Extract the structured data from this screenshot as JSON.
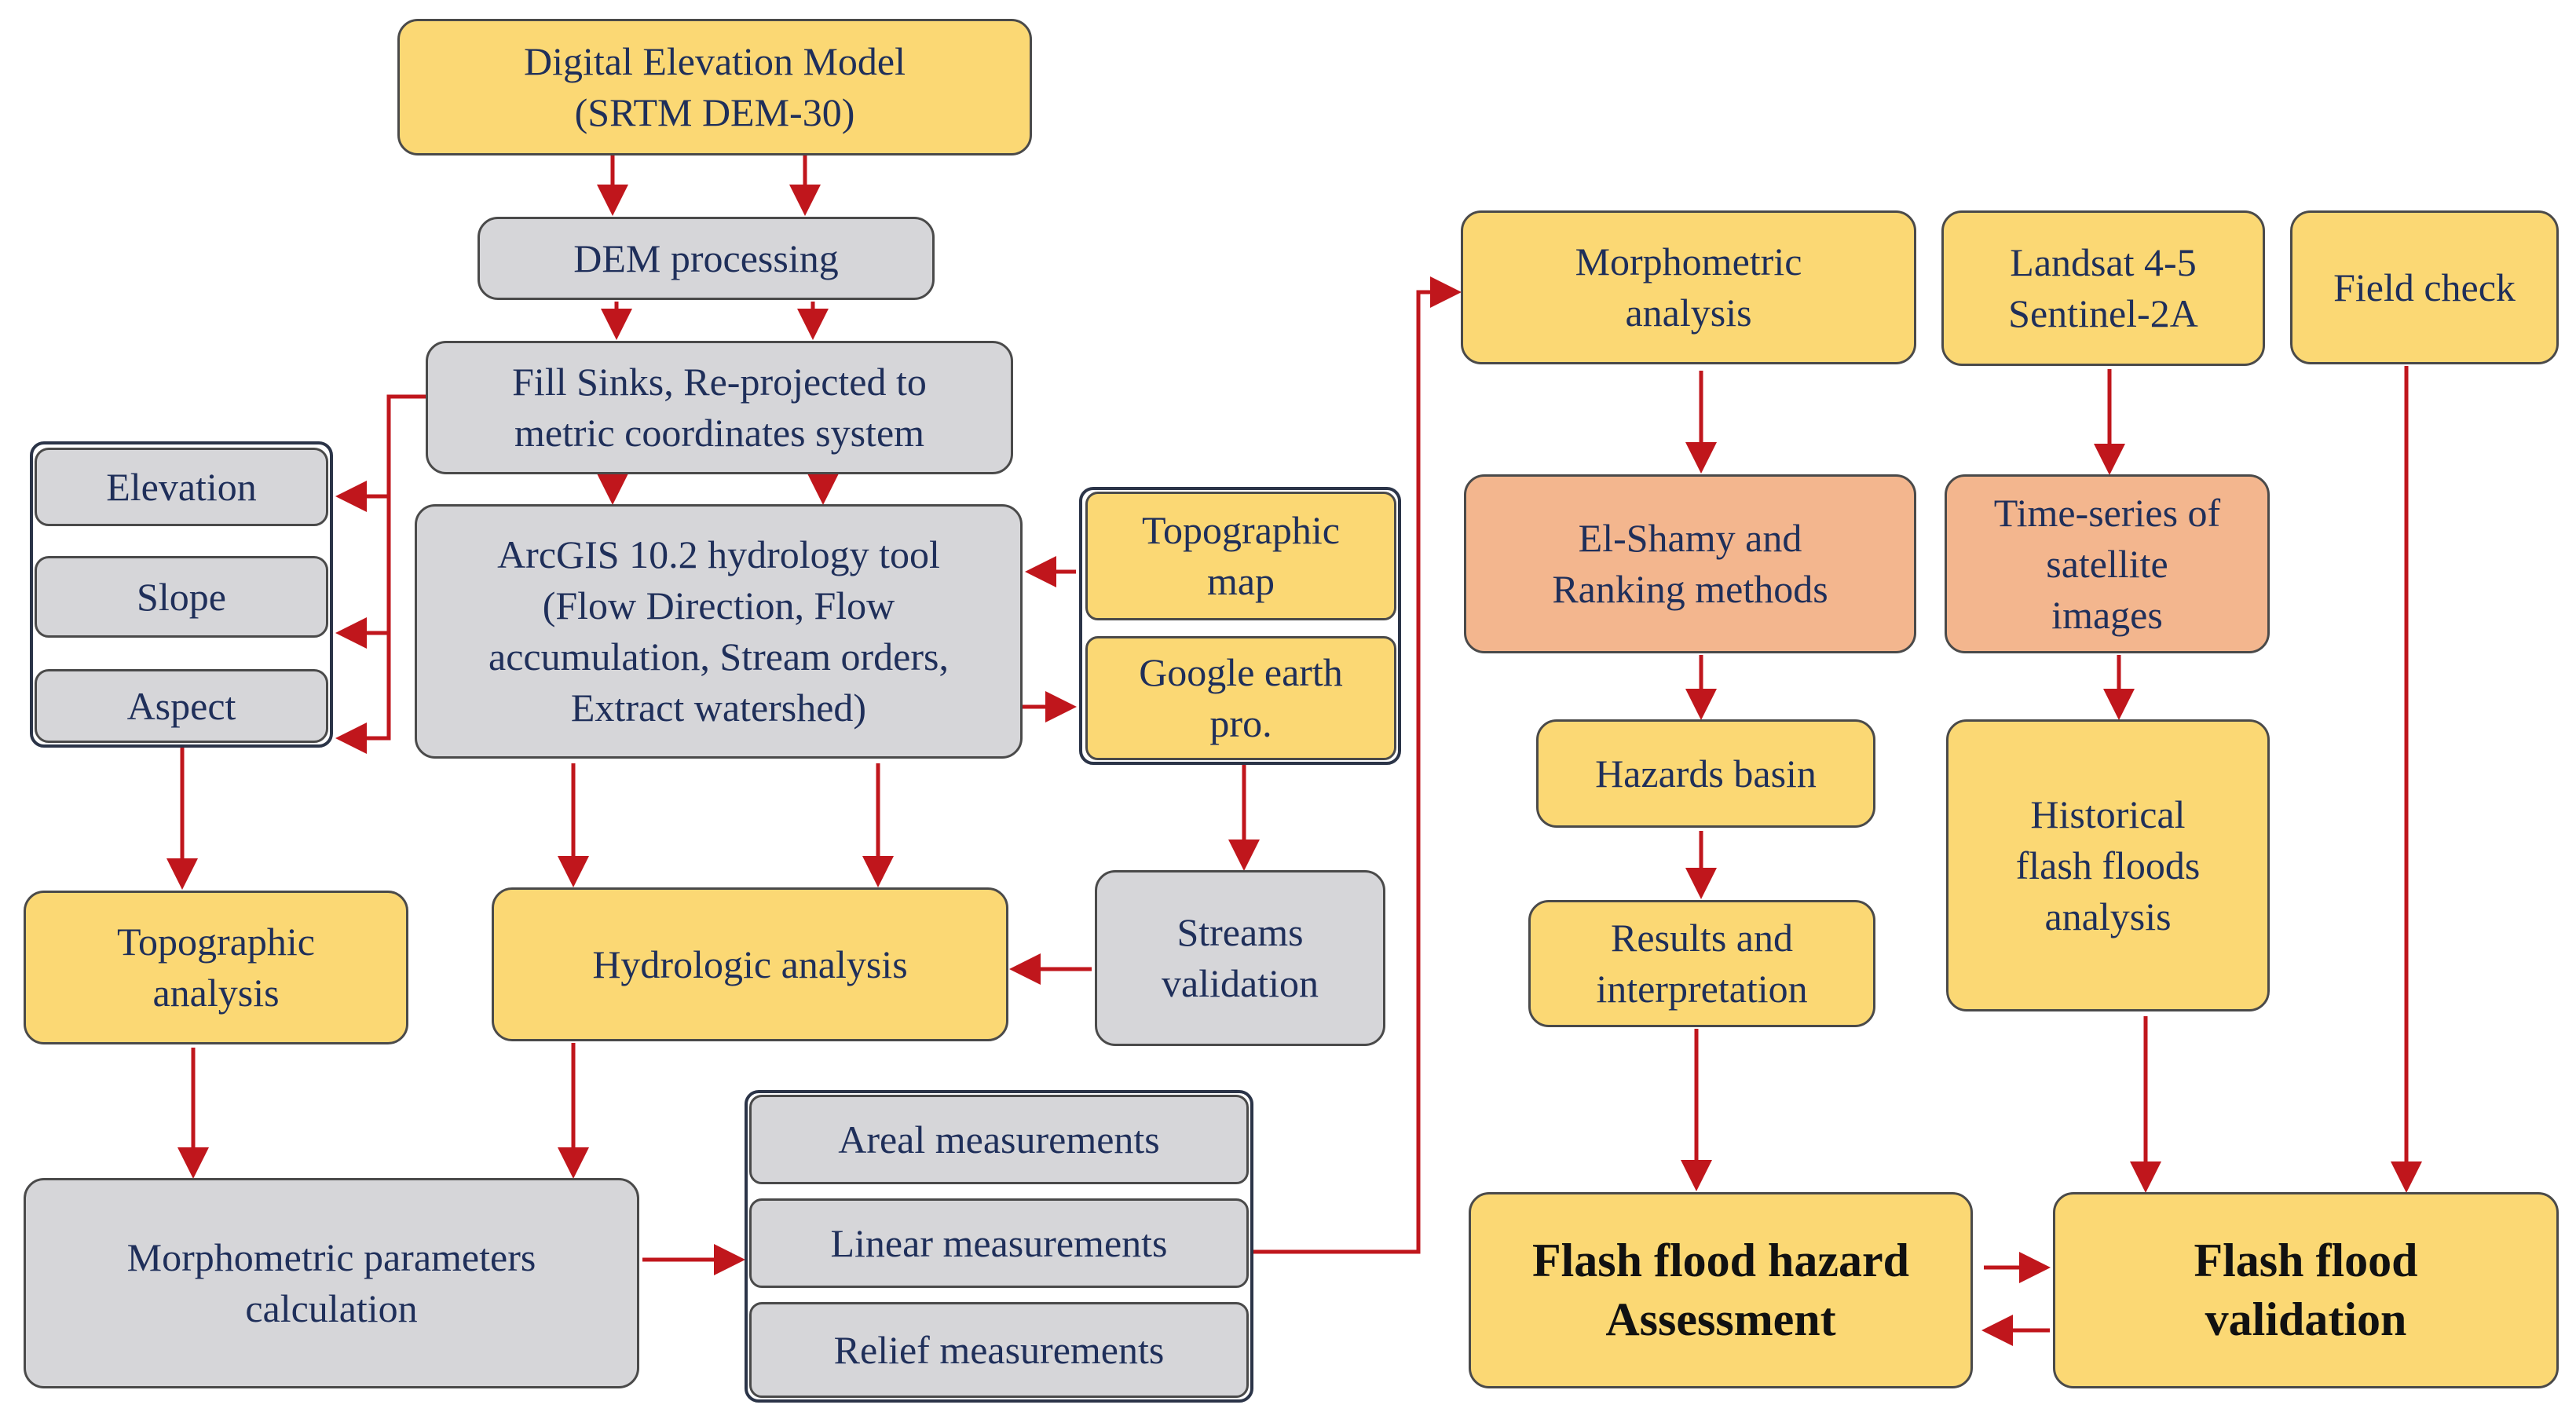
{
  "boxes": {
    "dem": [
      "Digital Elevation Model",
      "(SRTM DEM-30)"
    ],
    "dem_processing": [
      "DEM processing"
    ],
    "fill_sinks": [
      "Fill Sinks, Re-projected to",
      "metric coordinates system"
    ],
    "elevation": [
      "Elevation"
    ],
    "slope": [
      "Slope"
    ],
    "aspect": [
      "Aspect"
    ],
    "arcgis": [
      "ArcGIS 10.2 hydrology tool",
      "(Flow Direction, Flow",
      "accumulation, Stream orders,",
      "Extract watershed)"
    ],
    "topo_map": [
      "Topographic",
      "map"
    ],
    "google_earth": [
      "Google earth",
      "pro."
    ],
    "topo_analysis": [
      "Topographic",
      "analysis"
    ],
    "hydro_analysis": [
      "Hydrologic analysis"
    ],
    "streams_validation": [
      "Streams",
      "validation"
    ],
    "morpho_params": [
      "Morphometric parameters",
      "calculation"
    ],
    "areal": [
      "Areal measurements"
    ],
    "linear": [
      "Linear measurements"
    ],
    "relief": [
      "Relief measurements"
    ],
    "morpho_analysis": [
      "Morphometric",
      "analysis"
    ],
    "landsat": [
      "Landsat 4-5",
      "Sentinel-2A"
    ],
    "field_check": [
      "Field check"
    ],
    "el_shamy": [
      "El-Shamy and",
      "Ranking methods"
    ],
    "time_series": [
      "Time-series of",
      "satellite",
      "images"
    ],
    "hazards_basin": [
      "Hazards basin"
    ],
    "results": [
      "Results and",
      "interpretation"
    ],
    "historical": [
      "Historical",
      "flash floods",
      "analysis"
    ],
    "hazard_assessment": [
      "Flash flood hazard",
      "Assessment"
    ],
    "validation": [
      "Flash flood",
      "validation"
    ]
  },
  "colors": {
    "input_fill": "#fbd874",
    "process_fill": "#d6d6d9",
    "method_fill": "#f3b68e",
    "arrow": "#c0161c",
    "text": "#1f2f5a"
  }
}
